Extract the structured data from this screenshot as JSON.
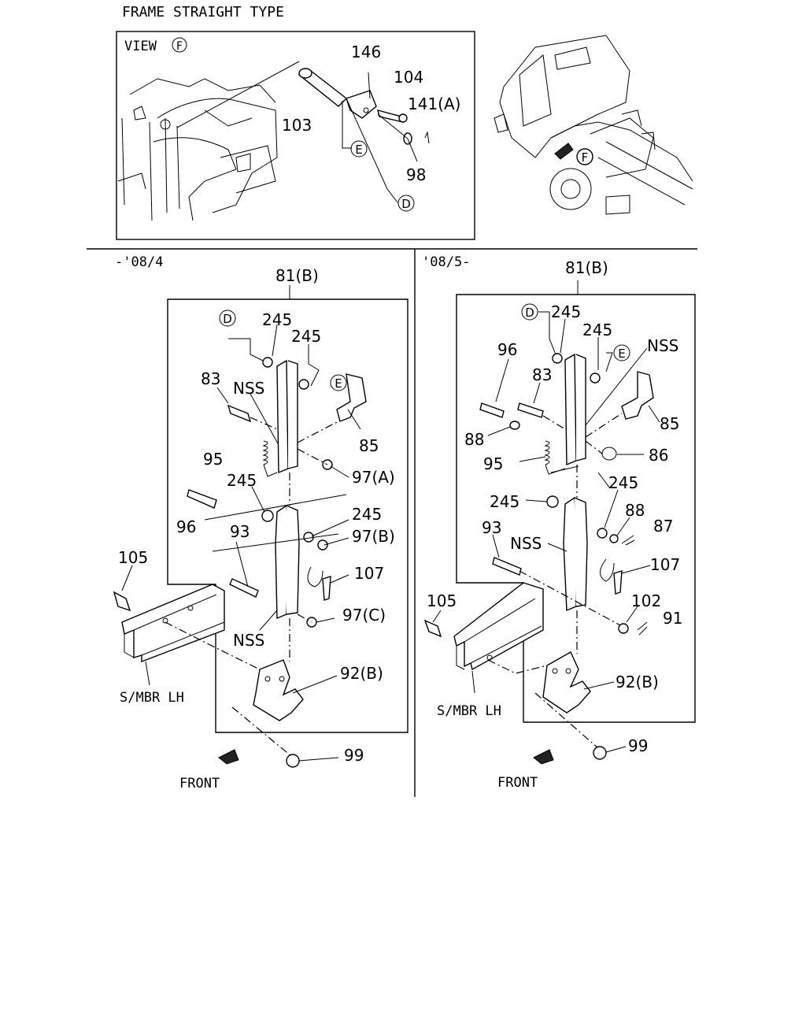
{
  "header": {
    "title": "FRAME STRAIGHT TYPE"
  },
  "view": {
    "label": "VIEW",
    "marker": "F"
  },
  "top_labels": {
    "p146": "146",
    "p104": "104",
    "p141": "141(A)",
    "p103": "103",
    "p98": "98",
    "callout_e": "E",
    "callout_d": "D",
    "truck_marker": "F"
  },
  "left": {
    "range": "-'08/4",
    "labels": {
      "p81b": "81(B)",
      "d": "D",
      "p245a": "245",
      "p245b": "245",
      "e": "E",
      "p83": "83",
      "nss1": "NSS",
      "p85": "85",
      "p95": "95",
      "p97a": "97(A)",
      "p245c": "245",
      "p96": "96",
      "p245d": "245",
      "p93": "93",
      "p97b": "97(B)",
      "p107": "107",
      "p105": "105",
      "p97c": "97(C)",
      "nss2": "NSS",
      "p92b": "92(B)",
      "smbr": "S/MBR LH",
      "p99": "99",
      "front": "FRONT"
    }
  },
  "right": {
    "range": "'08/5-",
    "labels": {
      "p81b": "81(B)",
      "d": "D",
      "p245a": "245",
      "p245b": "245",
      "e": "E",
      "nss1": "NSS",
      "p96": "96",
      "p83": "83",
      "p85": "85",
      "p88a": "88",
      "p86": "86",
      "p95": "95",
      "p245c": "245",
      "p245d": "245",
      "p88b": "88",
      "p87": "87",
      "p93": "93",
      "nss2": "NSS",
      "p107": "107",
      "p105": "105",
      "p102": "102",
      "p91": "91",
      "p92b": "92(B)",
      "smbr": "S/MBR LH",
      "p99": "99",
      "front": "FRONT"
    }
  }
}
